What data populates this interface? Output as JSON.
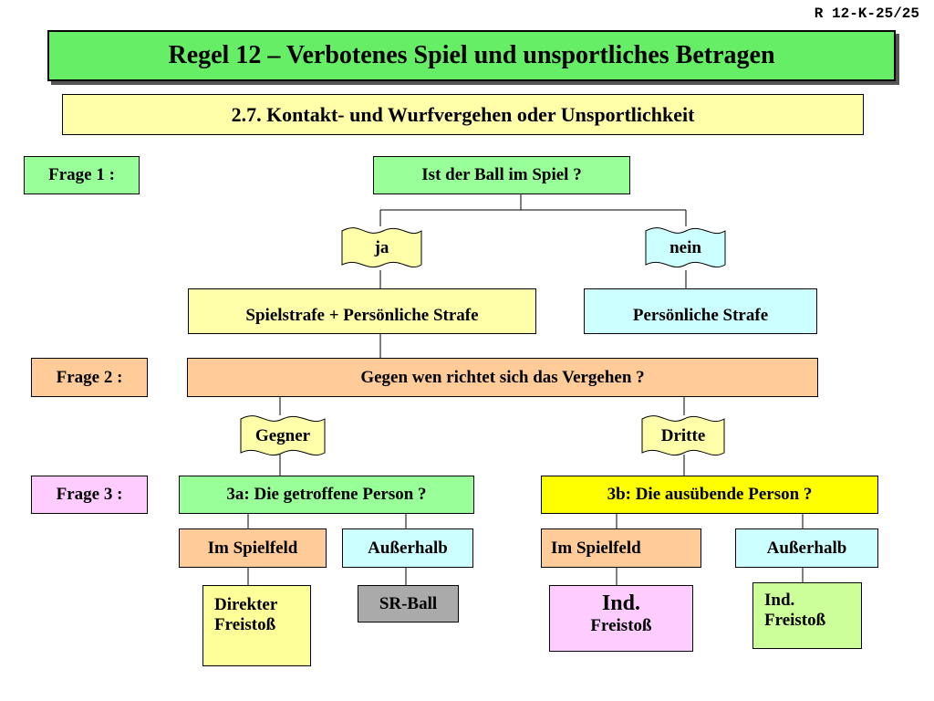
{
  "ref": "R 12-K-25/25",
  "title": "Regel 12 – Verbotenes Spiel und unsportliches Betragen",
  "subtitle": "2.7. Kontakt- und Wurfvergehen oder Unsportlichkeit",
  "questions": {
    "q1_label": "Frage 1 :",
    "q1_text": "Ist der Ball im Spiel ?",
    "q2_label": "Frage 2 :",
    "q2_text": "Gegen wen richtet sich das Vergehen ?",
    "q3_label": "Frage 3 :"
  },
  "branches": {
    "ja": "ja",
    "nein": "nein",
    "gegner": "Gegner",
    "dritte": "Dritte"
  },
  "results": {
    "ja_result": "Spielstrafe + Persönliche Strafe",
    "nein_result": "Persönliche Strafe"
  },
  "q3a": {
    "title": "3a: Die getroffene Person ?",
    "left": "Im Spielfeld",
    "right": "Außerhalb",
    "left_result_line1": "Direkter",
    "left_result_line2": "Freistoß",
    "right_result": "SR-Ball"
  },
  "q3b": {
    "title": "3b: Die ausübende Person ?",
    "left": "Im Spielfeld",
    "right": "Außerhalb",
    "left_result_line1": "Ind.",
    "left_result_line2": "Freistoß",
    "right_result_line1": "Ind.",
    "right_result_line2": "Freistoß"
  },
  "colors": {
    "green": "#99ff99",
    "title_green": "#66ee66",
    "light_yellow": "#ffffaa",
    "light_cyan": "#ccffff",
    "salmon": "#ffcc99",
    "pink": "#ffccff",
    "yellow": "#ffff00",
    "gray": "#aaaaaa"
  }
}
